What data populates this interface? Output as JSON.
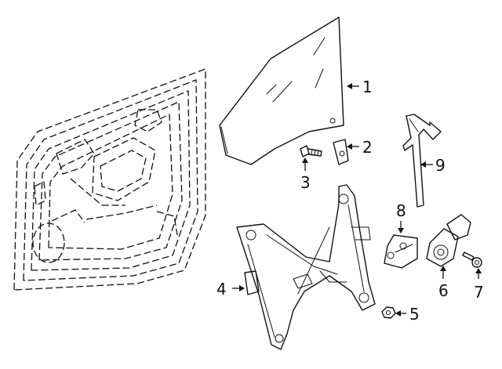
{
  "diagram": {
    "callouts": [
      {
        "id": "1",
        "part": "door-glass"
      },
      {
        "id": "2",
        "part": "glass-clip"
      },
      {
        "id": "3",
        "part": "glass-bolt"
      },
      {
        "id": "4",
        "part": "window-regulator"
      },
      {
        "id": "5",
        "part": "regulator-nut"
      },
      {
        "id": "6",
        "part": "window-motor"
      },
      {
        "id": "7",
        "part": "motor-screw"
      },
      {
        "id": "8",
        "part": "motor-bracket"
      },
      {
        "id": "9",
        "part": "glass-run-channel"
      }
    ]
  }
}
